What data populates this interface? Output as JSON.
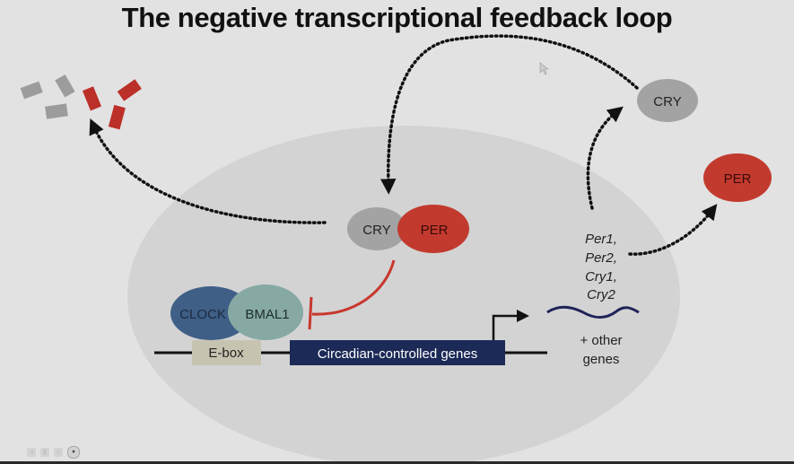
{
  "title": "The negative transcriptional feedback loop",
  "nucleus": {
    "complex": {
      "cry_label": "CRY",
      "per_label": "PER"
    },
    "activators": {
      "clock_label": "CLOCK",
      "bmal1_label": "BMAL1"
    },
    "promoter": {
      "ebox_label": "E-box"
    },
    "genes_box": {
      "label": "Circadian-controlled genes"
    },
    "transcripts": {
      "lines": [
        "Per1,",
        "Per2,",
        "Cry1,",
        "Cry2"
      ],
      "other_lines": [
        "+ other",
        "genes"
      ]
    }
  },
  "cytoplasm": {
    "cry_label": "CRY",
    "per_label": "PER",
    "degradation_fragments": {
      "gray_count": 3,
      "red_count": 3
    }
  },
  "colors": {
    "background": "#e2e2e2",
    "nucleus": "#d2d2d2",
    "cry": "#a3a3a3",
    "per": "#c23a2e",
    "clock": "#3f5f86",
    "bmal1": "#86a9a3",
    "ebox": "#c6c4b0",
    "genes_box": "#1c2a57",
    "mrna": "#1f2357",
    "inhibition": "#c8372d",
    "fragment_gray": "#9c9c9c",
    "fragment_red": "#bb3028"
  },
  "player_controls": [
    "volume-icon",
    "settings-icon",
    "menu-icon",
    "cc-icon"
  ]
}
